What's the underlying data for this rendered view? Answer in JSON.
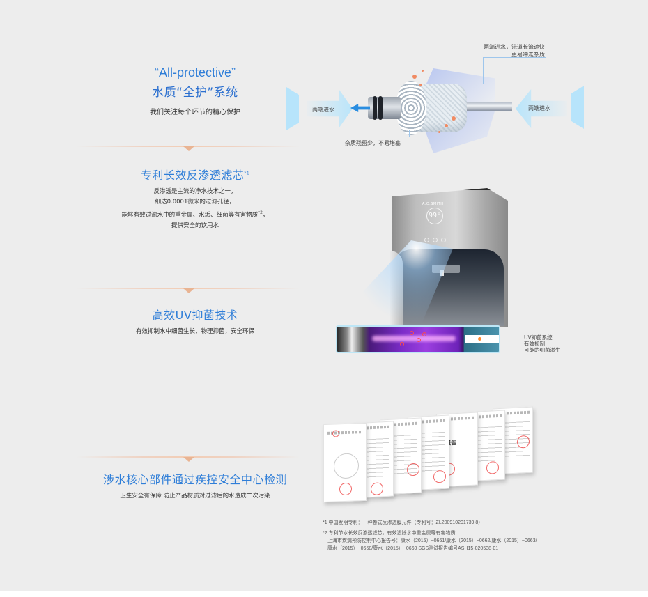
{
  "section_intro": {
    "title_en": "“All-protective”",
    "title_cn": "水质“全护”系统",
    "subtitle": "我们关注每个环节的精心保护"
  },
  "filter_diagram": {
    "inlet_left_label": "两端进水",
    "inlet_right_label": "两端进水",
    "callout_top_line1": "两端进水，流道长流速快",
    "callout_top_line2": "更易冲走杂质",
    "callout_bottom": "杂质残留少，不易堵塞",
    "colors": {
      "panel": "#b7e4fb",
      "arrow": "#2a8de0",
      "impurity": "#f08a62"
    }
  },
  "section_ro": {
    "title": "专利长效反渗透滤芯",
    "title_sup": "*1",
    "lines": [
      "反渗透是主流的净水技术之一，",
      "细达0.0001微米的过滤孔径，",
      "能够有效过滤水中的重金属、水垢、细菌等有害物质",
      "提供安全的饮用水"
    ],
    "line3_sup": "*2",
    "line3_suffix": "，"
  },
  "dispenser": {
    "brand": "A.O.SMITH",
    "display_temp": "99°"
  },
  "section_uv": {
    "title": "高效UV抑菌技术",
    "body": "有效抑制水中细菌生长，物理抑菌，安全环保",
    "callout_lines": [
      "UV抑菌系统",
      "有效抑制",
      "可能的细菌滋生"
    ]
  },
  "section_cdc": {
    "title": "涉水核心部件通过疾控安全中心检测",
    "body": "卫生安全有保障 防止产品材质对过滤后的水造成二次污染",
    "report_card_label": "验报告"
  },
  "footnotes": {
    "note1": "*1 中国发明专利：一种卷式反渗透膜元件（专利号：ZL200910201739.8）",
    "note2_line1": "*2 专利节水长效反渗透滤芯，有效滤除水中重金属等有害物质",
    "note2_line2": "上海市疾病预防控制中心报告号：康水（2015）~0661/康水（2015）~0662/康水（2015）~0663/",
    "note2_line3": "康水（2015）~0658/康水（2015）~0660 SGS测试报告编号ASH15-020538-01"
  },
  "colors": {
    "background": "#ededed",
    "title_blue": "#2f7ed8",
    "divider_accent": "#e9b493"
  }
}
